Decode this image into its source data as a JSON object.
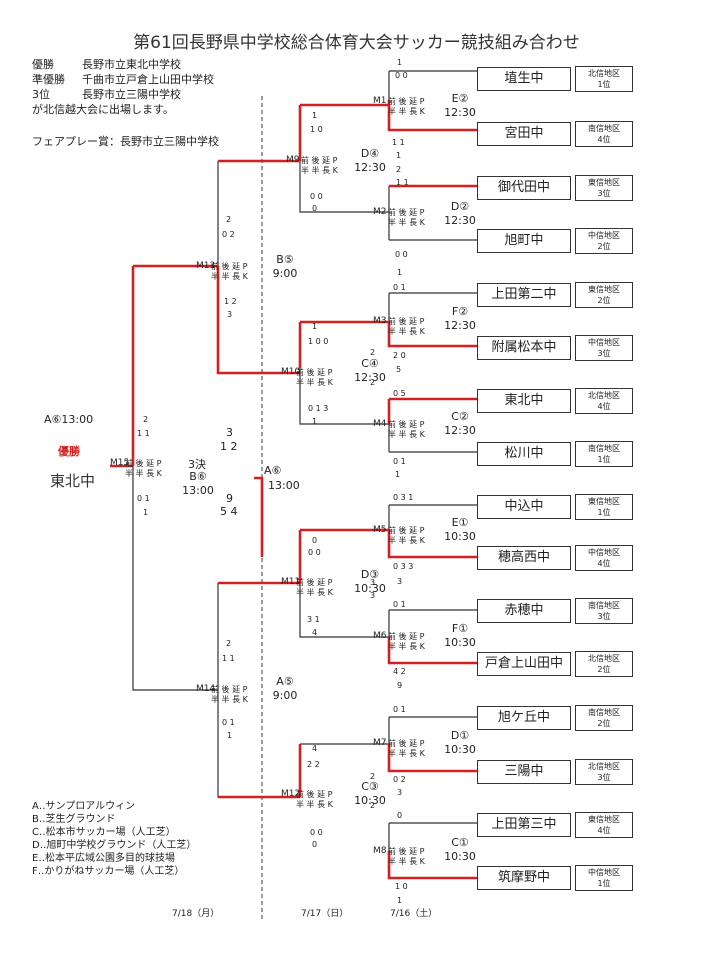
{
  "title": "第61回長野県中学校総合体育大会サッカー競技組み合わせ",
  "results": [
    {
      "rank": "優勝",
      "school": "長野市立東北中学校"
    },
    {
      "rank": "準優勝",
      "school": "千曲市立戸倉上山田中学校"
    },
    {
      "rank": "3位",
      "school": "長野市立三陽中学校"
    }
  ],
  "results_note": "が北信越大会に出場します。",
  "fairplay": "フェアプレー賞：長野市立三陽中学校",
  "champion_label": "優勝",
  "champion_name": "東北中",
  "final_time": "A⑥13:00",
  "teams": [
    {
      "name": "埴生中",
      "region": "北信地区",
      "rank": "1位"
    },
    {
      "name": "宮田中",
      "region": "南信地区",
      "rank": "4位"
    },
    {
      "name": "御代田中",
      "region": "東信地区",
      "rank": "3位"
    },
    {
      "name": "旭町中",
      "region": "中信地区",
      "rank": "2位"
    },
    {
      "name": "上田第二中",
      "region": "東信地区",
      "rank": "2位"
    },
    {
      "name": "附属松本中",
      "region": "中信地区",
      "rank": "3位"
    },
    {
      "name": "東北中",
      "region": "北信地区",
      "rank": "4位"
    },
    {
      "name": "松川中",
      "region": "南信地区",
      "rank": "1位"
    },
    {
      "name": "中込中",
      "region": "東信地区",
      "rank": "1位"
    },
    {
      "name": "穂高西中",
      "region": "中信地区",
      "rank": "4位"
    },
    {
      "name": "赤穂中",
      "region": "南信地区",
      "rank": "3位"
    },
    {
      "name": "戸倉上山田中",
      "region": "北信地区",
      "rank": "2位"
    },
    {
      "name": "旭ケ丘中",
      "region": "南信地区",
      "rank": "2位"
    },
    {
      "name": "三陽中",
      "region": "北信地区",
      "rank": "3位"
    },
    {
      "name": "上田第三中",
      "region": "東信地区",
      "rank": "4位"
    },
    {
      "name": "筑摩野中",
      "region": "中信地区",
      "rank": "1位"
    }
  ],
  "matches": {
    "m1": {
      "label": "M1",
      "venue": "E②",
      "time": "12:30"
    },
    "m2": {
      "label": "M2",
      "venue": "D②",
      "time": "12:30"
    },
    "m3": {
      "label": "M3",
      "venue": "F②",
      "time": "12:30"
    },
    "m4": {
      "label": "M4",
      "venue": "C②",
      "time": "12:30"
    },
    "m5": {
      "label": "M5",
      "venue": "E①",
      "time": "10:30"
    },
    "m6": {
      "label": "M6",
      "venue": "F①",
      "time": "10:30"
    },
    "m7": {
      "label": "M7",
      "venue": "D①",
      "time": "10:30"
    },
    "m8": {
      "label": "M8",
      "venue": "C①",
      "time": "10:30"
    },
    "m9": {
      "label": "M9",
      "venue": "D④",
      "time": "12:30"
    },
    "m10": {
      "label": "M10",
      "venue": "C④",
      "time": "12:30"
    },
    "m11": {
      "label": "M11",
      "venue": "D③",
      "time": "10:30"
    },
    "m12": {
      "label": "M12",
      "venue": "C③",
      "time": "10:30"
    },
    "m13": {
      "label": "M13",
      "venue": "B⑤",
      "time": "9:00"
    },
    "m14": {
      "label": "M14",
      "venue": "A⑤",
      "time": "9:00"
    },
    "m15": {
      "label": "M15",
      "venue": "B⑥",
      "time": "13:00"
    },
    "third": {
      "label": "3決",
      "venue": "A⑥",
      "time": "13:00"
    }
  },
  "pk_top": "前 後 延 P",
  "pk_bottom": "半 半 長 K",
  "legend": [
    "A‥サンプロアルウィン",
    "B‥芝生グラウンド",
    "C‥松本市サッカー場（人工芝）",
    "D‥旭町中学校グラウンド（人工芝）",
    "E‥松本平広域公園多目的球技場",
    "F‥かりがねサッカー場（人工芝）"
  ],
  "dates": [
    "7/18（月）",
    "7/17（日）",
    "7/16（土）"
  ],
  "colors": {
    "win": "#d42020",
    "line": "#333333"
  }
}
